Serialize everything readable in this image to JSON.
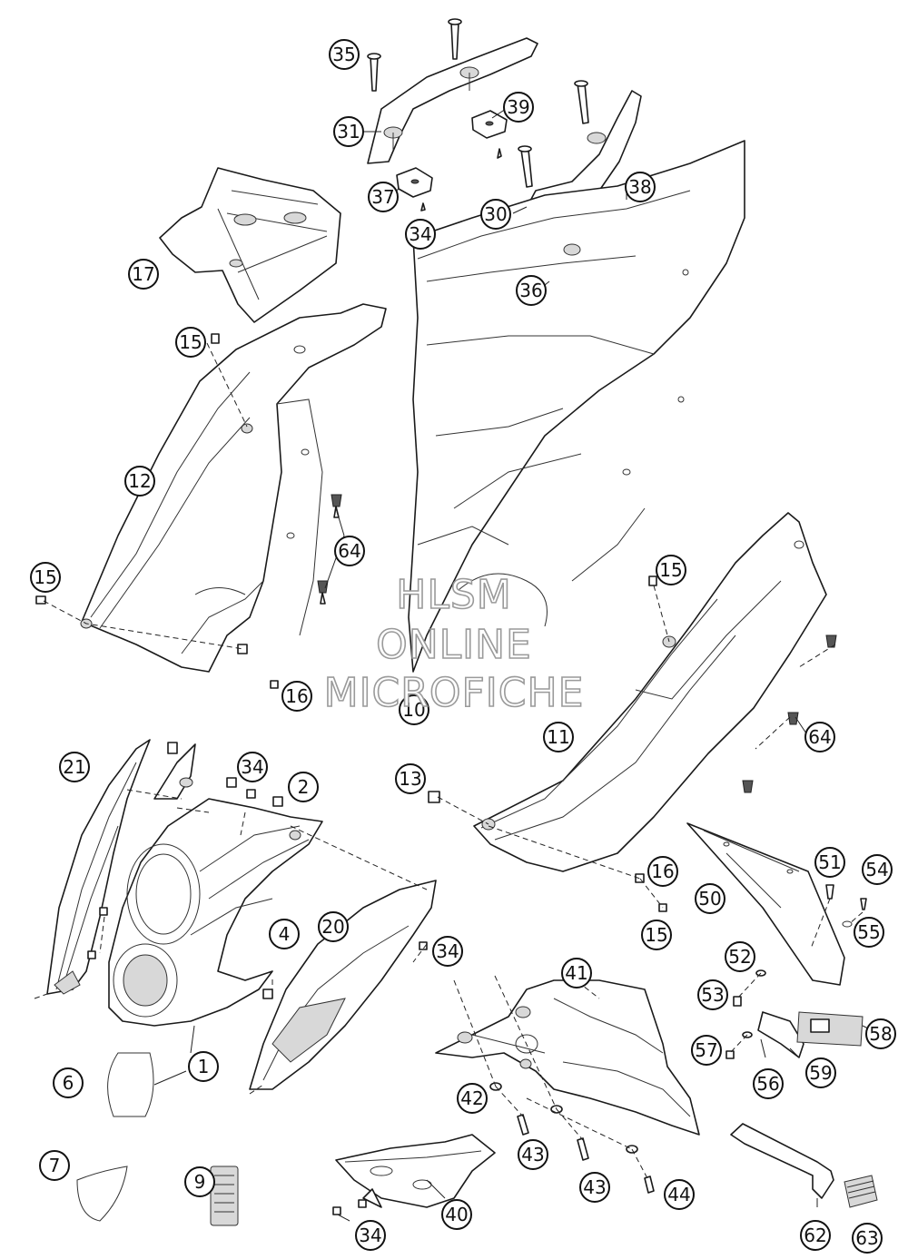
{
  "diagram": {
    "callouts": [
      "35",
      "31",
      "39",
      "37",
      "34",
      "38",
      "30",
      "17",
      "36",
      "15",
      "12",
      "64",
      "15",
      "15",
      "16",
      "10",
      "11",
      "64",
      "21",
      "34",
      "2",
      "13",
      "16",
      "15",
      "50",
      "51",
      "54",
      "55",
      "20",
      "4",
      "34",
      "41",
      "52",
      "53",
      "58",
      "57",
      "56",
      "59",
      "6",
      "1",
      "42",
      "43",
      "7",
      "9",
      "43",
      "44",
      "40",
      "34",
      "62",
      "63"
    ]
  },
  "watermark": {
    "line1": "HLSM",
    "line2": "ONLINE",
    "line3": "MICROFICHE"
  }
}
